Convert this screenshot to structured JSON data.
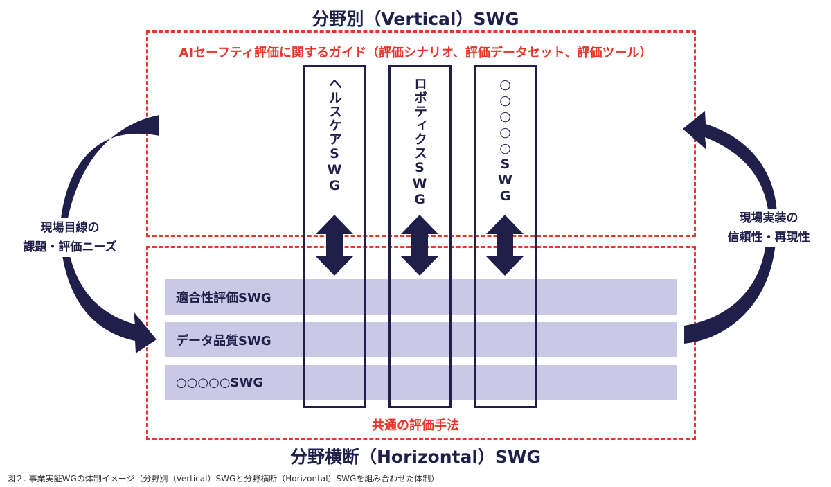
{
  "vertical_title": "分野別（Vertical）SWG",
  "horizontal_title": "分野横断（Horizontal）SWG",
  "vertical_subtitle": "AIセーフティ評価に関するガイド（評価シナリオ、評価データセット、評価ツール）",
  "horizontal_subtitle": "共通の評価手法",
  "vertical_swgs": [
    "ヘルスケアSWG",
    "ロボティクスSWG",
    "○○○○○SWG"
  ],
  "horizontal_swgs": [
    "適合性評価SWG",
    "データ品質SWG",
    "○○○○○SWG"
  ],
  "left_label": {
    "line1": "現場目線の",
    "line2": "課題・評価ニーズ"
  },
  "right_label": {
    "line1": "現場実装の",
    "line2": "信頼性・再現性"
  },
  "caption": "図２. 事業実証WGの体制イメージ（分野別（Vertical）SWGと分野横断（Horizontal）SWGを組み合わせた体制）",
  "colors": {
    "navy": "#1f1f4a",
    "red": "#e8372a",
    "lavender": "#c9c9e6"
  }
}
